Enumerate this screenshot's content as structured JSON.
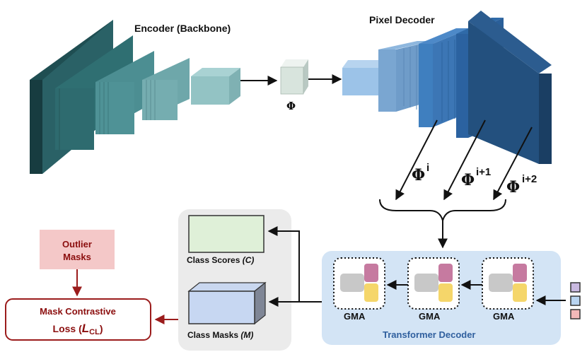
{
  "encoder": {
    "title": "Encoder (Backbone)"
  },
  "decoder": {
    "title": "Pixel Decoder"
  },
  "features": {
    "bottleneck": "Φ",
    "phi_symbol": "Φ",
    "sup_i": "i",
    "sup_i1": "i+1",
    "sup_i2": "i+2"
  },
  "outputs": {
    "scores_label": "Class Scores ",
    "scores_symbol": "(C)",
    "masks_label": "Class Masks ",
    "masks_symbol": "(M)"
  },
  "transformer": {
    "title": "Transformer Decoder",
    "blocks": [
      "GMA",
      "GMA",
      "GMA"
    ]
  },
  "outlier": {
    "line1": "Outlier",
    "line2": "Masks"
  },
  "loss": {
    "line1": "Mask Contrastive",
    "line2": "Loss (",
    "symbol": "L",
    "subscript": "CL",
    "close": ")"
  },
  "colors": {
    "encoder_dark": "#1f4e52",
    "decoder_dark": "#1f4e7a",
    "accent_red": "#9b1c1c",
    "transformer_bg": "#d3e4f5",
    "transformer_title": "#2f5f9e",
    "query_purple": "#c67aa0",
    "query_yellow": "#f5d66a",
    "query_gray": "#c8c8c8"
  }
}
